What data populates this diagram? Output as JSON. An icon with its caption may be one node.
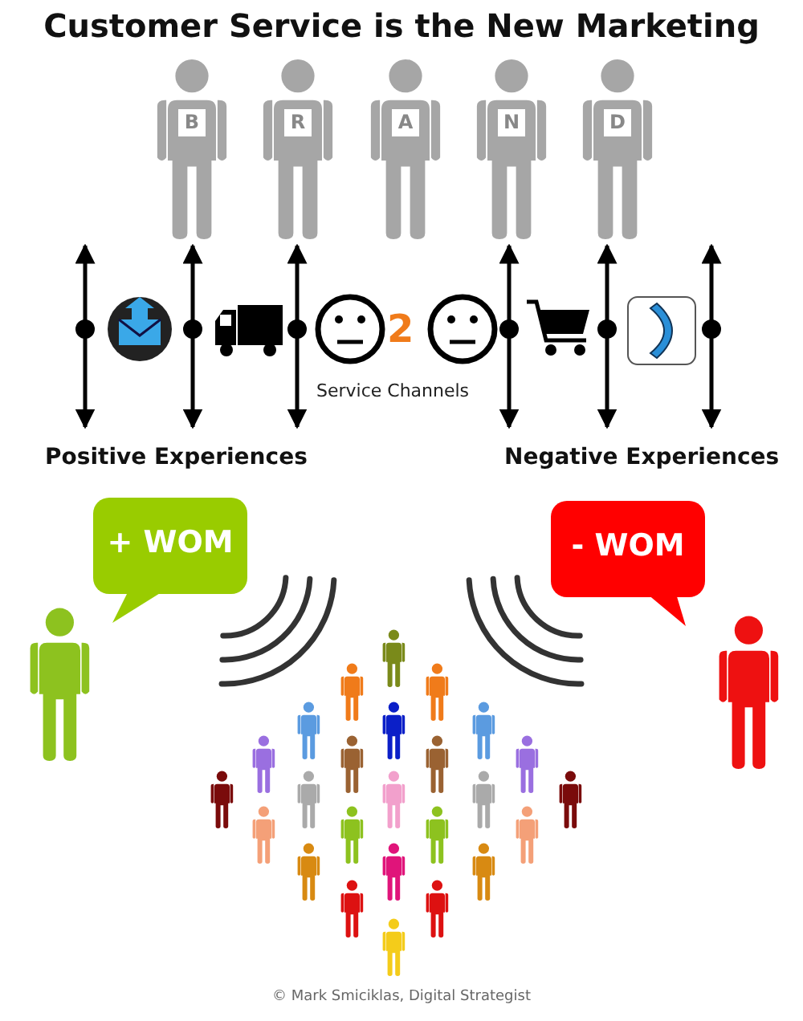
{
  "diagram": {
    "title": "Customer Service is the New Marketing",
    "nodes": [
      {
        "text": [
          "B"
        ]
      },
      {
        "text": [
          "R"
        ]
      },
      {
        "text": [
          "A"
        ]
      },
      {
        "text": [
          "N"
        ]
      },
      {
        "text": [
          "D"
        ]
      },
      {
        "text": [
          "+ WOM"
        ]
      },
      {
        "text": [
          "- WOM"
        ]
      }
    ],
    "labels": [
      "2",
      "Service Channels",
      "Positive Experiences",
      "Negative Experiences",
      "© Mark Smiciklas, Digital Strategist"
    ]
  }
}
